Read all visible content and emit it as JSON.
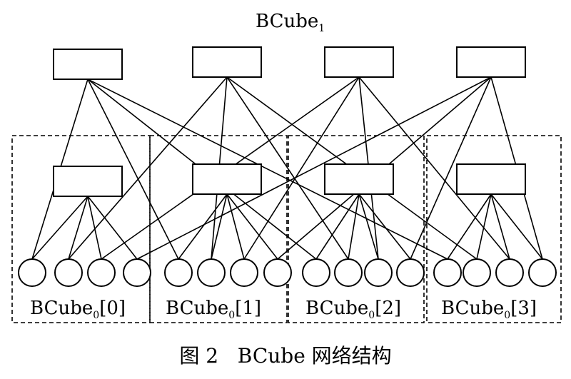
{
  "diagram": {
    "top_label": {
      "main": "BCube",
      "sub": "1"
    },
    "groups": [
      {
        "label_main": "BCube",
        "label_sub": "0",
        "label_index": "[0]"
      },
      {
        "label_main": "BCube",
        "label_sub": "0",
        "label_index": "[1]"
      },
      {
        "label_main": "BCube",
        "label_sub": "0",
        "label_index": "[2]"
      },
      {
        "label_main": "BCube",
        "label_sub": "0",
        "label_index": "[3]"
      }
    ],
    "level1_switch_count": 4,
    "servers_per_group": 4
  },
  "caption": "图 2   BCube 网络结构"
}
